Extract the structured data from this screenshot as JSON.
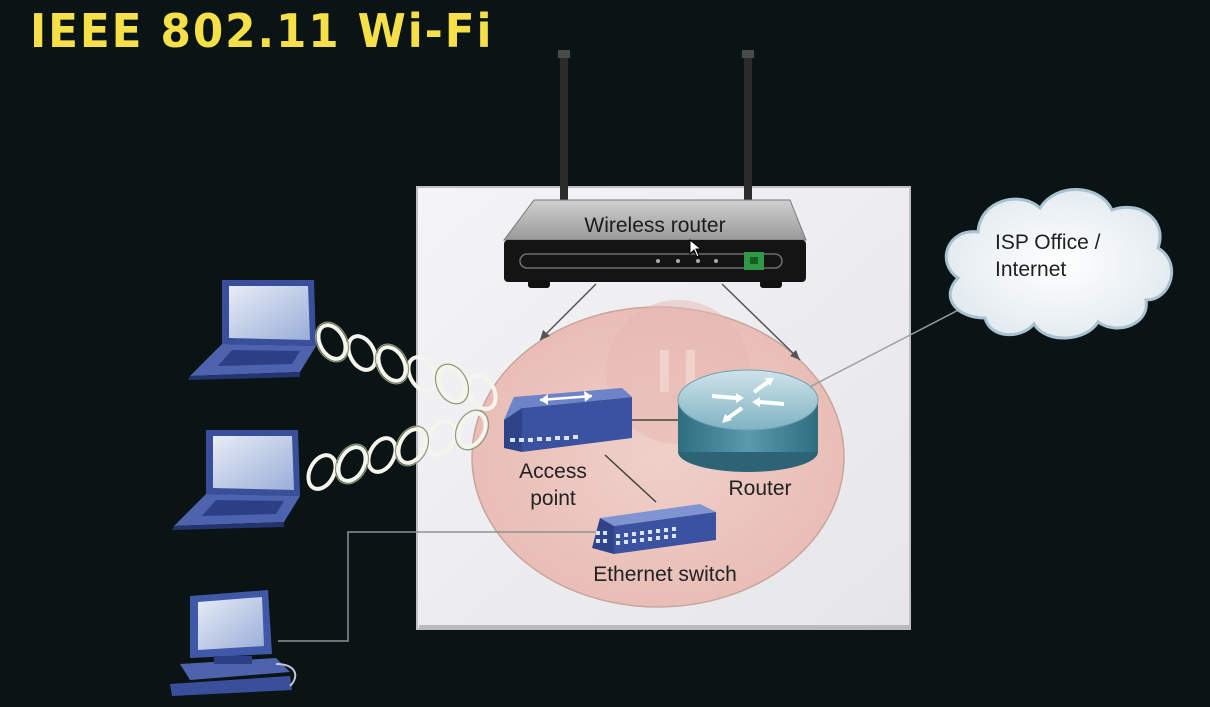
{
  "slide": {
    "title": "IEEE 802.11 Wi-Fi"
  },
  "diagram": {
    "wireless_router_label": "Wireless router",
    "access_point_label": "Access\npoint",
    "router_label": "Router",
    "ethernet_switch_label": "Ethernet switch",
    "cloud_label": "ISP Office /\nInternet"
  },
  "colors": {
    "title": "#f6e04a",
    "background": "#0b1414",
    "panel": "#eeeeef",
    "ellipse": "#ecc7c1",
    "device_blue": "#3f57a6",
    "router_teal": "#4f8fa2"
  }
}
